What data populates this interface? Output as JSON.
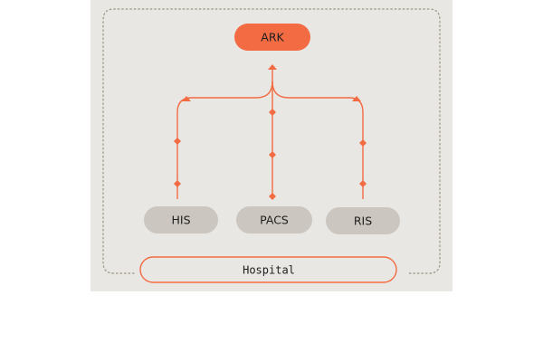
{
  "nodes": {
    "ark": "ARK",
    "his": "HIS",
    "pacs": "PACS",
    "ris": "RIS",
    "hospital": "Hospital"
  },
  "colors": {
    "background": "#e9e7e3",
    "accent": "#f26b43",
    "system_pill": "#cbc6bf",
    "dotted_border": "#9a9180",
    "text": "#1e1e1e"
  }
}
